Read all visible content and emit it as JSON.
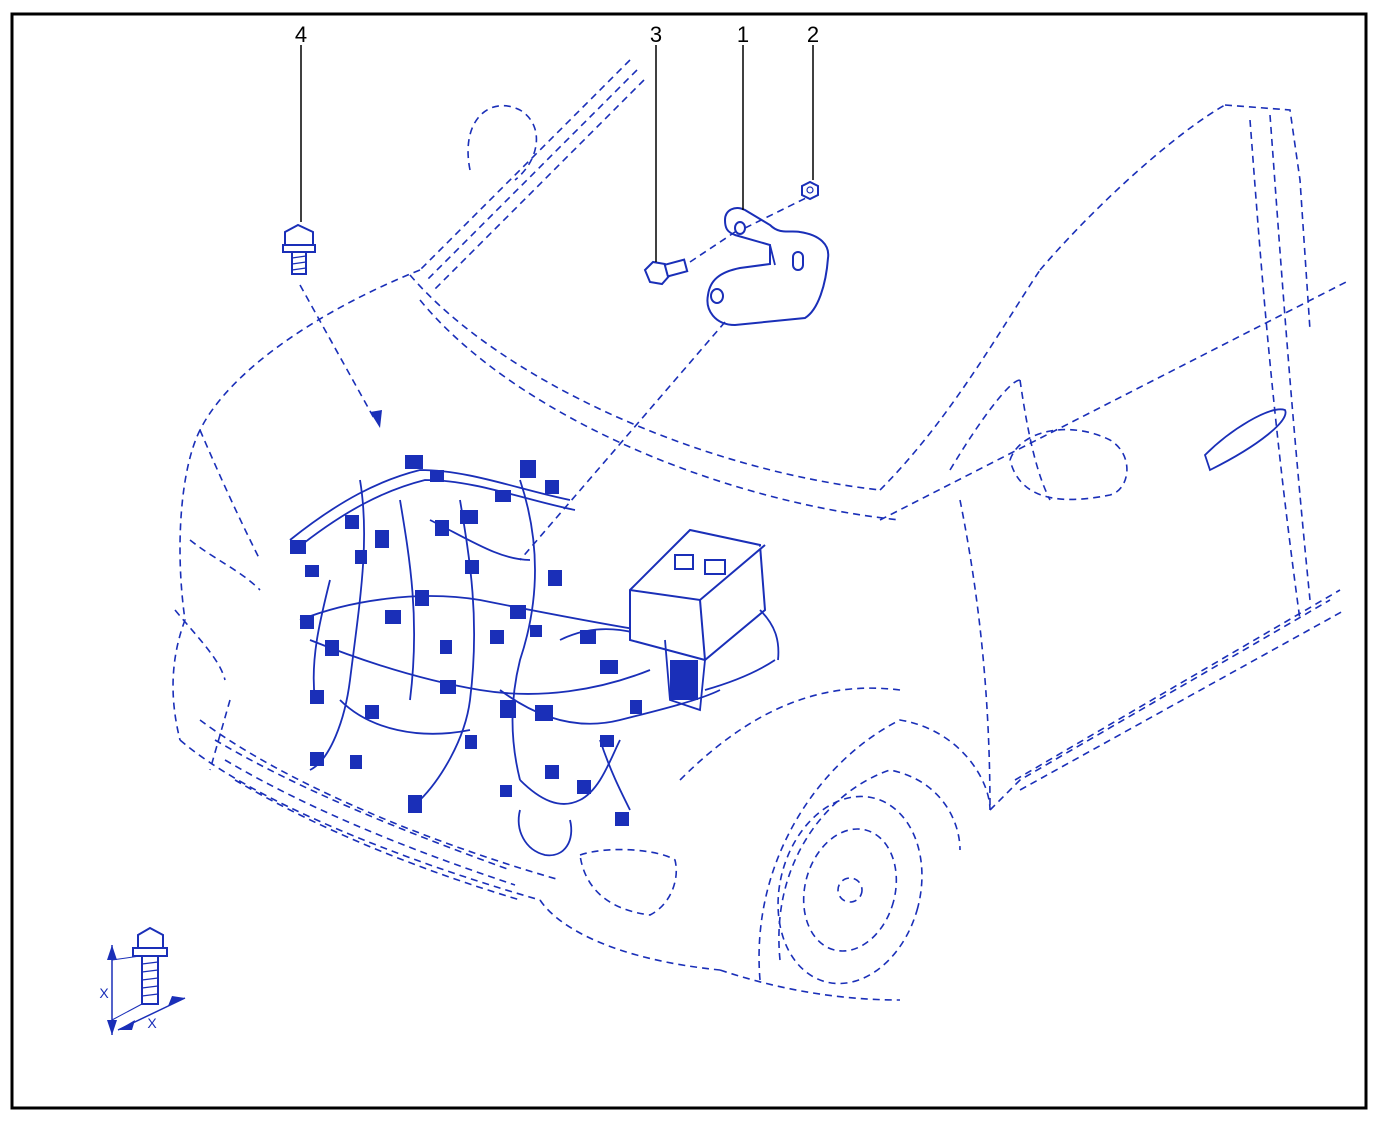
{
  "colors": {
    "line": "#1a2fb8",
    "frame": "#000000",
    "background": "#ffffff"
  },
  "callouts": [
    {
      "id": "bracket",
      "label": "1"
    },
    {
      "id": "nut",
      "label": "2"
    },
    {
      "id": "bolt-small",
      "label": "3"
    },
    {
      "id": "bolt-large",
      "label": "4"
    }
  ],
  "dimension_symbol": {
    "label_vertical": "X",
    "label_horizontal": "X"
  }
}
